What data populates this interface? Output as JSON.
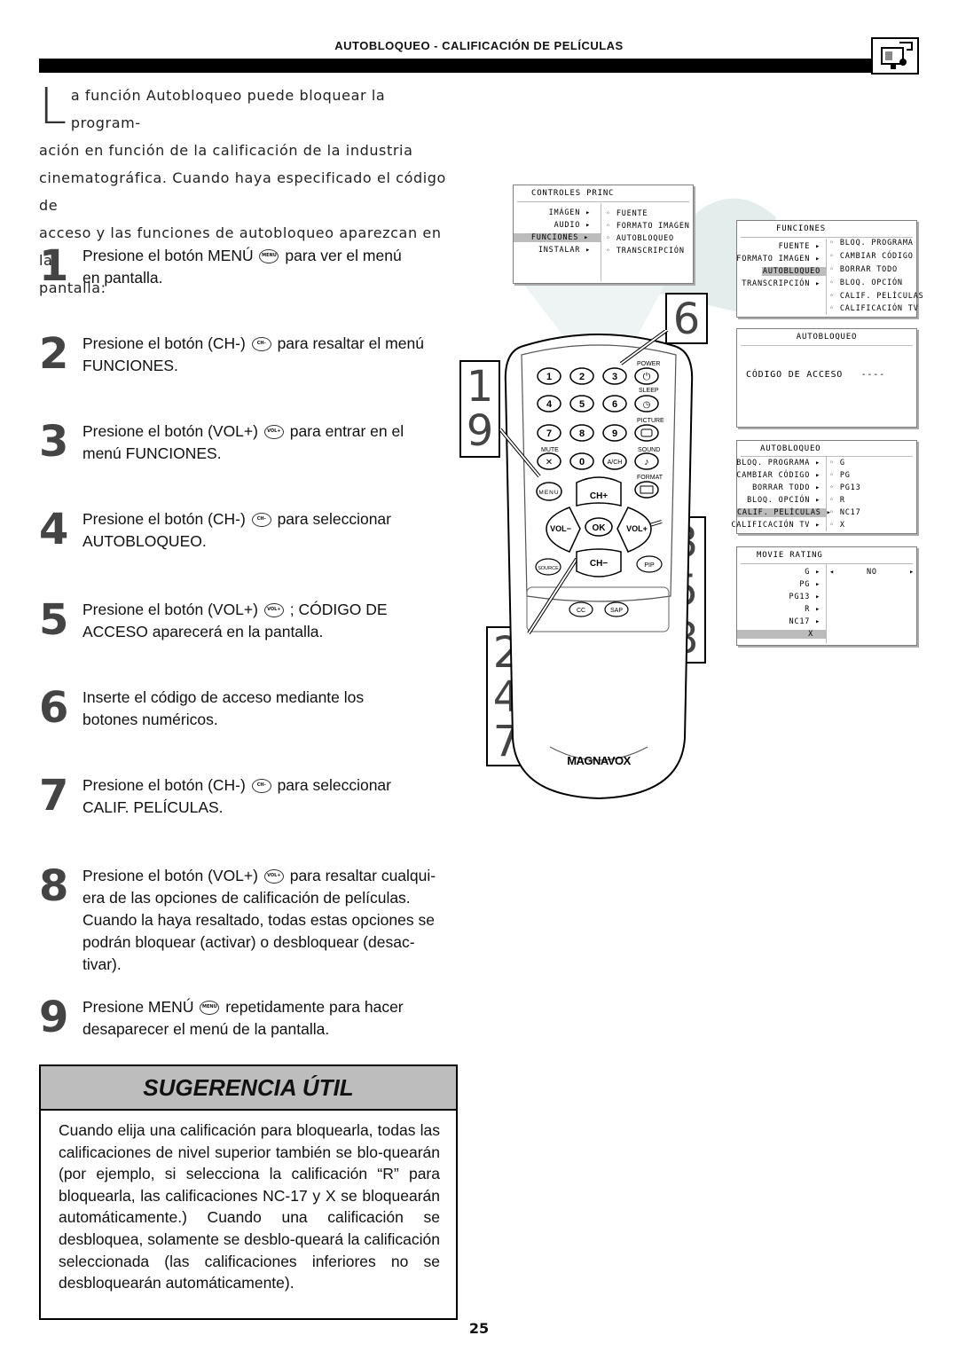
{
  "header": {
    "title": "AUTOBLOQUEO - CALIFICACIÓN DE PELÍCULAS"
  },
  "intro": {
    "dropcap": "L",
    "lines": [
      "a función Autobloqueo puede bloquear la program-",
      "ación en función de la calificación de la industria",
      "cinematográfica. Cuando haya especificado el código de",
      "acceso y las funciones de autobloqueo aparezcan en la",
      "pantalla:"
    ]
  },
  "steps": [
    {
      "num": "1",
      "l1a": "Presione el botón MENÚ",
      "icon": "MENU",
      "l1b": "para ver el menú",
      "l2": "en pantalla."
    },
    {
      "num": "2",
      "l1a": "Presione el botón (CH-)",
      "icon": "CH-",
      "l1b": "para resaltar el menú",
      "l2": "FUNCIONES."
    },
    {
      "num": "3",
      "l1a": "Presione el botón (VOL+)",
      "icon": "VOL+",
      "l1b": "para entrar en el",
      "l2": "menú FUNCIONES."
    },
    {
      "num": "4",
      "l1a": "Presione el botón (CH-)",
      "icon": "CH-",
      "l1b": "para seleccionar",
      "l2": "AUTOBLOQUEO."
    },
    {
      "num": "5",
      "l1a": "Presione el botón (VOL+)",
      "icon": "VOL+",
      "l1b": "; CÓDIGO DE",
      "l2": "ACCESO aparecerá en la pantalla."
    },
    {
      "num": "6",
      "l1a": "Inserte el código de acceso mediante los",
      "icon": "",
      "l1b": "",
      "l2": "botones numéricos."
    },
    {
      "num": "7",
      "l1a": "Presione el botón (CH-)",
      "icon": "CH-",
      "l1b": "para seleccionar",
      "l2": "CALIF. PELÍCULAS."
    },
    {
      "num": "8",
      "l1a": "Presione el botón (VOL+)",
      "icon": "VOL+",
      "l1b": "para resaltar cualqui-",
      "l2": "era de las opciones de calificación de películas.",
      "l3": "Cuando la haya resaltado, todas estas opciones se",
      "l4": "podrán bloquear (activar) o desbloquear (desac-",
      "l5": "tivar)."
    },
    {
      "num": "9",
      "l1a": "Presione MENÚ",
      "icon": "MENU",
      "l1b": "repetidamente para hacer",
      "l2": "desaparecer el menú de la pantalla."
    }
  ],
  "tip": {
    "title": "SUGERENCIA ÚTIL",
    "body": "Cuando elija una calificación para bloquearla, todas las calificaciones de nivel superior también se blo-quearán (por ejemplo, si selecciona la calificación “R” para bloquearla, las calificaciones NC-17 y X se bloquearán automáticamente.) Cuando una calificación se desbloquea, solamente se desblo-queará la calificación seleccionada (las calificaciones inferiores no se desbloquearán automáticamente)."
  },
  "page_number": "25",
  "osd_main": {
    "title": "CONTROLES PRINC",
    "left": [
      "IMÁGEN",
      "AUDIO",
      "FUNCIONES",
      "INSTALAR"
    ],
    "right": [
      "FUENTE",
      "FORMATO IMAGEN",
      "AUTOBLOQUEO",
      "TRANSCRIPCIÓN"
    ]
  },
  "osd_funciones": {
    "title": "FUNCIONES",
    "left": [
      "FUENTE",
      "FORMATO IMAGEN",
      "AUTOBLOQUEO",
      "TRANSCRIPCIÓN"
    ],
    "right": [
      "BLOQ. PROGRAMA",
      "CAMBIAR CÓDIGO",
      "BORRAR TODO",
      "BLOQ. OPCIÓN",
      "CALIF. PELÍCULAS",
      "CALIFICACIÓN TV"
    ]
  },
  "osd_code": {
    "title": "AUTOBLOQUEO",
    "label": "CÓDIGO DE ACCESO",
    "value": "----"
  },
  "osd_auto": {
    "title": "AUTOBLOQUEO",
    "left": [
      "BLOQ. PROGRAMA",
      "CAMBIAR CÓDIGO",
      "BORRAR TODO",
      "BLOQ. OPCIÓN",
      "CALIF. PELÍCULAS",
      "CALIFICACIÓN TV"
    ],
    "right": [
      "G",
      "PG",
      "PG13",
      "R",
      "NC17",
      "X"
    ]
  },
  "osd_rating": {
    "title": "MOVIE RATING",
    "left": [
      "G",
      "PG",
      "PG13",
      "R",
      "NC17",
      "X"
    ],
    "value": "NO"
  },
  "remote": {
    "brand": "MAGNAVOX",
    "labels": {
      "power": "POWER",
      "sleep": "SLEEP",
      "picture": "PICTURE",
      "mute": "MUTE",
      "sound": "SOUND",
      "format": "FORMAT",
      "menu": "MENU",
      "ch_plus": "CH+",
      "ch_minus": "CH−",
      "vol_minus": "VOL−",
      "vol_plus": "VOL+",
      "ok": "OK",
      "source": "SOURCE",
      "pip": "PIP",
      "cc": "CC",
      "sap": "SAP",
      "ach": "A/CH"
    },
    "digits": [
      "1",
      "2",
      "3",
      "4",
      "5",
      "6",
      "7",
      "8",
      "9",
      "0"
    ]
  },
  "callouts": {
    "left_top": [
      "1",
      "9"
    ],
    "top_right": "6",
    "right": [
      "3",
      "5",
      "8"
    ],
    "left_bottom": [
      "2",
      "4",
      "7"
    ]
  }
}
